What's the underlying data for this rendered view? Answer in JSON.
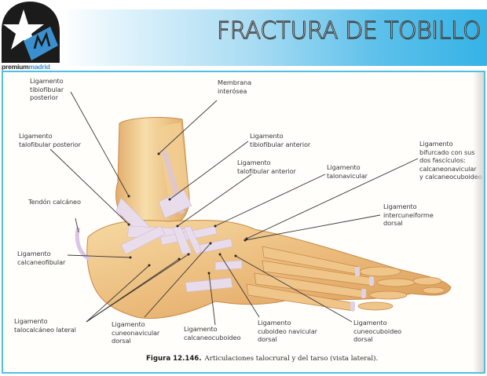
{
  "header": {
    "title": "FRACTURA DE TOBILLO",
    "logo": {
      "text_part1": "premium",
      "text_part2": "madrid",
      "icon": "star-m-logo-icon"
    }
  },
  "colors": {
    "banner_accent": "#35b3e6",
    "frame_border": "#4fbfe4",
    "logo_blue": "#3b8ccc",
    "bone": "#e9b97a",
    "ligament": "#e6dceb"
  },
  "figure": {
    "labels": [
      {
        "id": "lig-tibiofibular-posterior",
        "text": "Ligamento\ntibiofibular\nposterior"
      },
      {
        "id": "membrana-interosea",
        "text": "Membrana\ninterósea"
      },
      {
        "id": "lig-talofibular-posterior",
        "text": "Ligamento\ntalofibular posterior"
      },
      {
        "id": "lig-tibiofibular-anterior",
        "text": "Ligamento\ntibiofibular anterior"
      },
      {
        "id": "lig-bifurcado",
        "text": "Ligamento\nbifurcado con sus\ndos fascículos:\ncalcaneonavicular\ny calcaneocuboideo"
      },
      {
        "id": "lig-talofibular-anterior",
        "text": "Ligamento\ntalofibular anterior"
      },
      {
        "id": "lig-talonavicular",
        "text": "Ligamento\ntalonavicular"
      },
      {
        "id": "tendon-calcaneo",
        "text": "Tendón calcáneo"
      },
      {
        "id": "lig-intercuneiforme-dorsal",
        "text": "Ligamento\nintercuneiforme\ndorsal"
      },
      {
        "id": "lig-calcaneofibular",
        "text": "Ligamento\ncalcaneofibular"
      },
      {
        "id": "lig-talocalcaneo-lateral",
        "text": "Ligamento\ntalocalcáneo lateral"
      },
      {
        "id": "lig-cuneonavicular-dorsal",
        "text": "Ligamento\ncuneonavicular\ndorsal"
      },
      {
        "id": "lig-calcaneocuboideo",
        "text": "Ligamento\ncalcaneocuboideo"
      },
      {
        "id": "lig-cuboideo-navicular-dorsal",
        "text": "Ligamento\ncuboideo navicular\ndorsal"
      },
      {
        "id": "lig-cuneocuboideo-dorsal",
        "text": "Ligamento\ncuneocuboideo\ndorsal"
      }
    ],
    "caption": {
      "number": "Figura 12.146.",
      "text": "Articulaciones talocrural y del tarso (vista lateral)."
    }
  }
}
